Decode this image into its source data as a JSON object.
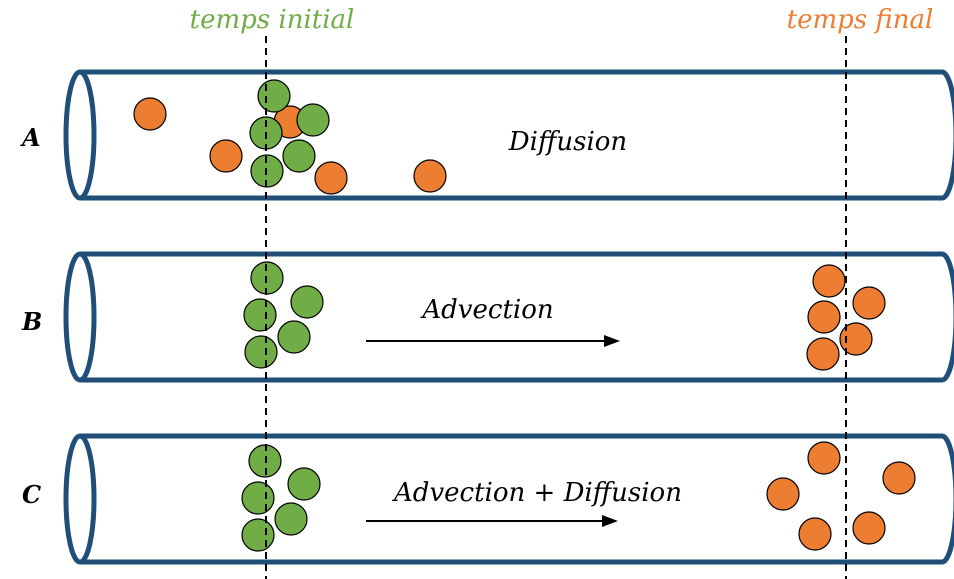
{
  "header": {
    "initial_label": "temps initial",
    "final_label": "temps final"
  },
  "colors": {
    "tube": "#1f4e79",
    "green": "#70ad47",
    "orange": "#ed7d31",
    "outline": "#000000",
    "initial_text": "#70ad47",
    "final_text": "#ed7d31"
  },
  "rows": [
    {
      "letter": "A",
      "process": "Diffusion",
      "has_arrow": false
    },
    {
      "letter": "B",
      "process": "Advection",
      "has_arrow": true
    },
    {
      "letter": "C",
      "process": "Advection + Diffusion",
      "has_arrow": true
    }
  ]
}
